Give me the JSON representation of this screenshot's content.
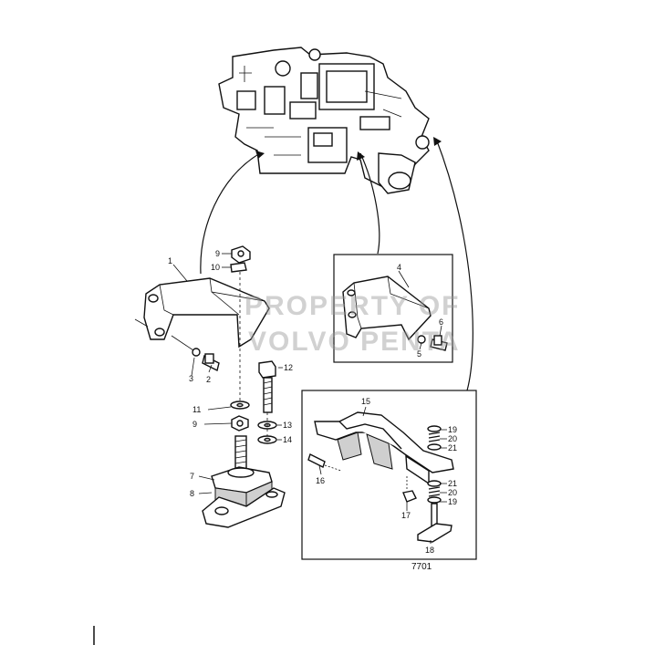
{
  "watermark": {
    "line1": "PROPERTY OF",
    "line2": "VOLVO PENTA"
  },
  "drawing_number": "7701",
  "callouts": {
    "p1": "1",
    "p2": "2",
    "p3": "3",
    "p4": "4",
    "p5": "5",
    "p6": "6",
    "p7": "7",
    "p8": "8",
    "p9a": "9",
    "p9b": "9",
    "p10": "10",
    "p11": "11",
    "p12": "12",
    "p13": "13",
    "p14": "14",
    "p15": "15",
    "p16": "16",
    "p17": "17",
    "p18": "18",
    "p19a": "19",
    "p20a": "20",
    "p21a": "21",
    "p21b": "21",
    "p20b": "20",
    "p19b": "19"
  }
}
